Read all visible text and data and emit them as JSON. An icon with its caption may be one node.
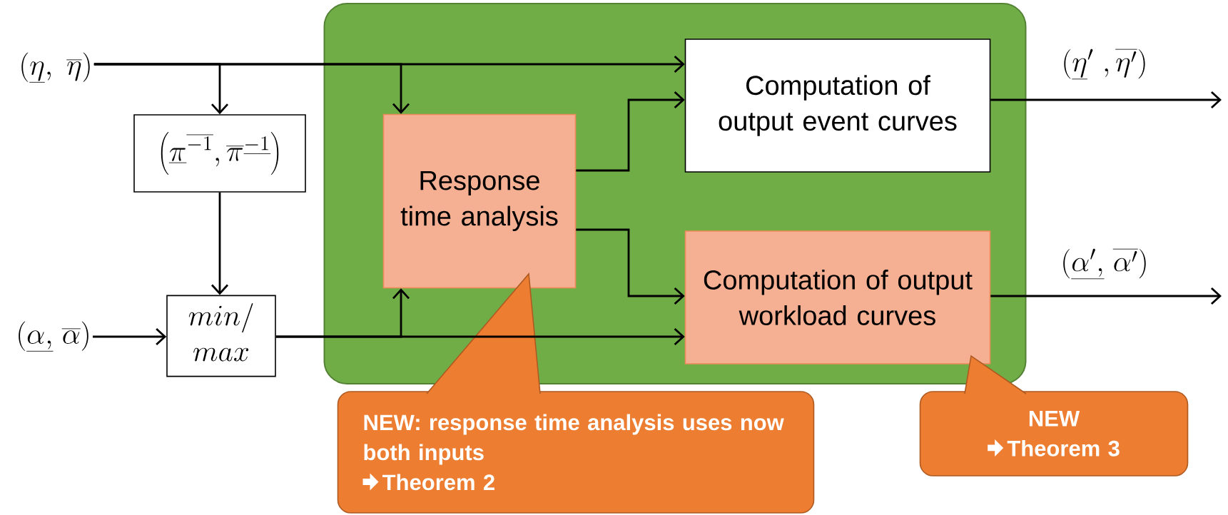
{
  "diagram": {
    "nodes": [
      {
        "text": [
          "\\left(\\underline{\\eta},\\ \\overline{\\eta}\\right)"
        ]
      },
      {
        "text": [
          "\\left(\\underline{\\pi}^{\\overline{-1}},\\overline{\\pi}^{\\underline{-1}}\\right)"
        ]
      },
      {
        "text": [
          "\\left(\\underline{\\alpha,}\\ \\overline{\\alpha}\\right)"
        ]
      },
      {
        "text": [
          "\\begin{array}{c}min/\\\\max\\end{array}"
        ]
      },
      {
        "text": [],
        "shape": "box"
      },
      {
        "text": [
          "Response time analysis"
        ],
        "in": 4
      },
      {
        "text": [
          "Computation of output event curves"
        ],
        "in": 4
      },
      {
        "text": [
          "Computation of output workload curves"
        ],
        "in": 4
      },
      {
        "text": [
          "NEW: response time analysis uses now both inputs",
          "Theorem 2"
        ]
      },
      {
        "text": [
          "NEW",
          "Theorem 3"
        ]
      }
    ],
    "edges": [
      {
        "from": 0,
        "to": 6,
        "arrow": "to"
      },
      {
        "from": 0,
        "to": 1,
        "arrow": "to"
      },
      {
        "from": 0,
        "to": 5,
        "arrow": "to"
      },
      {
        "from": 1,
        "to": 3,
        "arrow": "to"
      },
      {
        "from": 2,
        "to": 3,
        "arrow": "to"
      },
      {
        "from": 3,
        "to": 7,
        "arrow": "to"
      },
      {
        "from": 3,
        "to": 5,
        "arrow": "to"
      },
      {
        "from": 5,
        "to": 6,
        "arrow": "to"
      },
      {
        "from": 5,
        "to": 7,
        "arrow": "to"
      },
      {
        "from": 6,
        "to": null,
        "arrow": "to",
        "label": "\\left(\\underline{\\eta}'\\ ,\\overline{\\eta'}\\right)"
      },
      {
        "from": 7,
        "to": null,
        "arrow": "to",
        "label": "\\left(\\underline{\\alpha',}\\ \\overline{\\alpha'}\\right)"
      }
    ]
  }
}
